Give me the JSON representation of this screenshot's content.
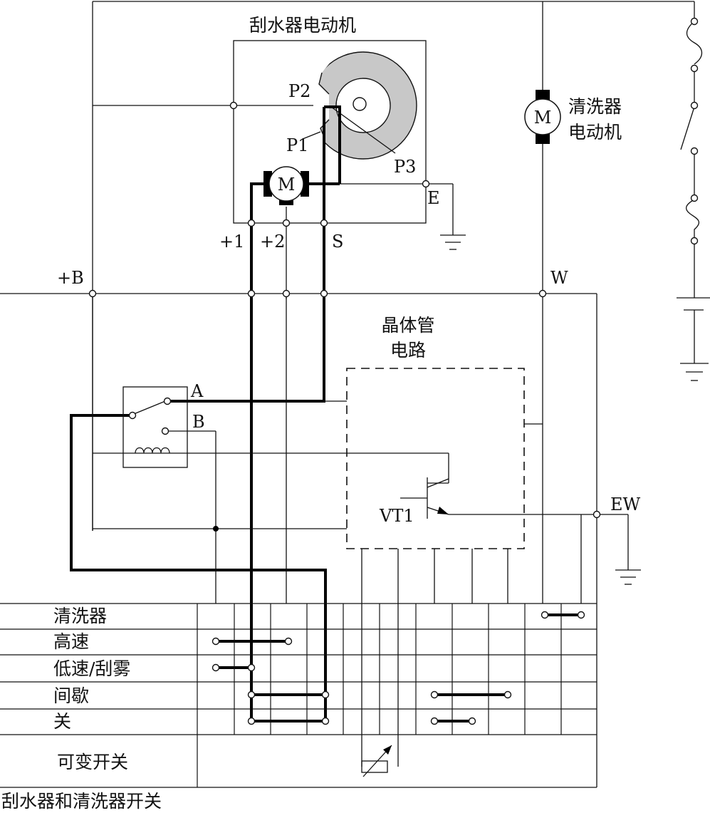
{
  "labels": {
    "wiper_motor": "刮水器电动机",
    "washer_motor_l1": "清洗器",
    "washer_motor_l2": "电动机",
    "transistor_l1": "晶体管",
    "transistor_l2": "电路",
    "caption": "刮水器和清洗器开关",
    "motor_symbol": "M"
  },
  "terminals": {
    "p1": "P1",
    "p2": "P2",
    "p3": "P3",
    "plus1": "+1",
    "plus2": "+2",
    "s": "S",
    "e": "E",
    "plus_b": "+B",
    "w": "W",
    "a": "A",
    "b": "B",
    "vt1": "VT1",
    "ew": "EW"
  },
  "switch_rows": [
    "清洗器",
    "高速",
    "低速/刮雾",
    "间歇",
    "关",
    "可变开关"
  ],
  "colors": {
    "ink": "#111111",
    "cam": "#c8c8c8",
    "background": "#ffffff"
  }
}
